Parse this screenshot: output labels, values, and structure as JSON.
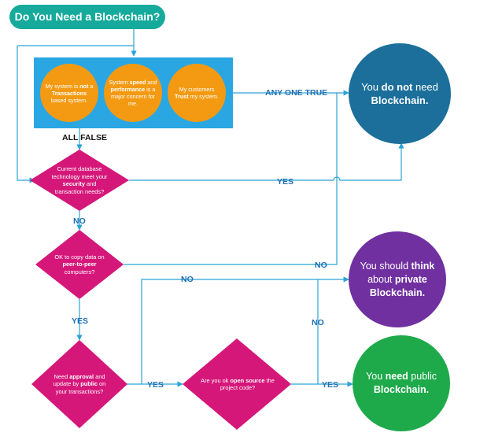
{
  "title": "Do You Need a Blockchain?",
  "conditions": [
    {
      "parts": [
        {
          "t": "My system is "
        },
        {
          "t": "not",
          "b": true
        },
        {
          "t": " a "
        },
        {
          "t": "Transactions",
          "b": true
        },
        {
          "t": " based system."
        }
      ]
    },
    {
      "parts": [
        {
          "t": "System "
        },
        {
          "t": "speed",
          "b": true
        },
        {
          "t": " and "
        },
        {
          "t": "performance",
          "b": true
        },
        {
          "t": " is a major concern for me."
        }
      ]
    },
    {
      "parts": [
        {
          "t": "My customers "
        },
        {
          "t": "Trust",
          "b": true
        },
        {
          "t": " my system."
        }
      ]
    }
  ],
  "decisions": {
    "database": {
      "parts": [
        {
          "t": "Current database technology meet your "
        },
        {
          "t": "security",
          "b": true
        },
        {
          "t": " and transaction needs?"
        }
      ]
    },
    "peer": {
      "parts": [
        {
          "t": "OK to copy data on "
        },
        {
          "t": "peer-to-peer",
          "b": true
        },
        {
          "t": " computers?"
        }
      ]
    },
    "approval": {
      "parts": [
        {
          "t": "Need "
        },
        {
          "t": "approval",
          "b": true
        },
        {
          "t": " and update by "
        },
        {
          "t": "public",
          "b": true
        },
        {
          "t": " on your transactions?"
        }
      ]
    },
    "opensource": {
      "parts": [
        {
          "t": "Are you ok "
        },
        {
          "t": "open source",
          "b": true
        },
        {
          "t": " the project code?"
        }
      ]
    }
  },
  "outcomes": {
    "no_blockchain": {
      "parts": [
        {
          "t": "You "
        },
        {
          "t": "do not",
          "b": true
        },
        {
          "t": " need "
        },
        {
          "t": "Blockchain.",
          "b": true
        }
      ],
      "color": "#1b6f9a"
    },
    "private": {
      "parts": [
        {
          "t": "You should "
        },
        {
          "t": "think",
          "b": true
        },
        {
          "t": " about "
        },
        {
          "t": "private",
          "b": true
        },
        {
          "t": " Blockchain.",
          "b": true
        }
      ],
      "color": "#7030a0"
    },
    "public": {
      "parts": [
        {
          "t": "You "
        },
        {
          "t": "need",
          "b": true
        },
        {
          "t": " public "
        },
        {
          "t": "Blockchain.",
          "b": true
        }
      ],
      "color": "#1eaa4b"
    }
  },
  "labels": {
    "any_one_true": "ANY ONE TRUE",
    "all_false": "ALL FALSE",
    "yes_database": "YES",
    "no_database": "NO",
    "no_peer": "NO",
    "yes_peer": "YES",
    "no_approval": "NO",
    "yes_approval": "YES",
    "no_opensource": "NO",
    "yes_opensource": "YES"
  },
  "colors": {
    "title": "#15aa9b",
    "panel": "#2aa7e3",
    "condition": "#f39a12",
    "decision": "#d6177a",
    "line": "#2ba3d6"
  }
}
